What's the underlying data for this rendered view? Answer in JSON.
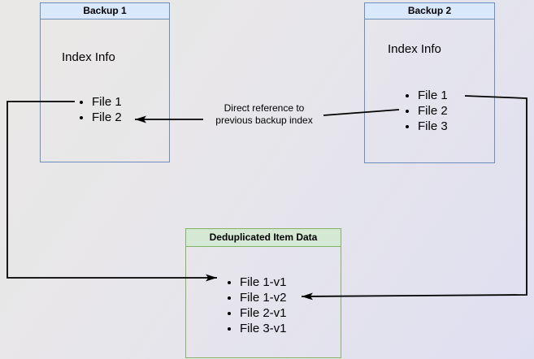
{
  "boxes": {
    "backup1": {
      "title": "Backup 1",
      "subtitle": "Index Info",
      "items": [
        "File 1",
        "File 2"
      ]
    },
    "backup2": {
      "title": "Backup 2",
      "subtitle": "Index Info",
      "items": [
        "File 1",
        "File 2",
        "File 3"
      ]
    },
    "dedup": {
      "title": "Deduplicated Item Data",
      "items": [
        "File 1-v1",
        "File 1-v2",
        "File 2-v1",
        "File 3-v1"
      ]
    }
  },
  "annotation": {
    "text": "Direct reference to previous backup index"
  },
  "colors": {
    "blue_border": "#6c8ebf",
    "blue_header_fill": "#dae8fc",
    "green_border": "#82b366",
    "green_header_fill": "#d5e8d4",
    "arrow": "#000000",
    "text": "#000000"
  }
}
